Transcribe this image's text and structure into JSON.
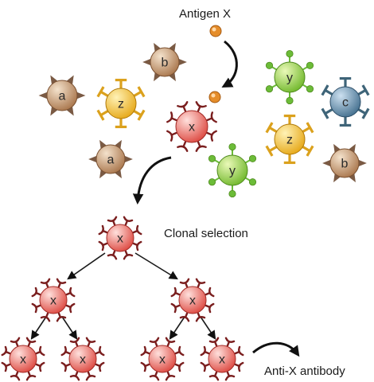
{
  "labels": {
    "antigen": "Antigen X",
    "clonal_selection": "Clonal selection",
    "antibody": "Anti-X antibody"
  },
  "cells": {
    "a1": {
      "letter": "a",
      "type": "spike"
    },
    "b1": {
      "letter": "b",
      "type": "spike"
    },
    "z1": {
      "letter": "z",
      "type": "ybar"
    },
    "y1": {
      "letter": "y",
      "type": "ball"
    },
    "c1": {
      "letter": "c",
      "type": "tbar"
    },
    "x1": {
      "letter": "x",
      "type": "cup"
    },
    "a2": {
      "letter": "a",
      "type": "spike"
    },
    "y2": {
      "letter": "y",
      "type": "ball"
    },
    "z2": {
      "letter": "z",
      "type": "ybar"
    },
    "b2": {
      "letter": "b",
      "type": "spike"
    },
    "xr": {
      "letter": "x",
      "type": "cup"
    },
    "xl": {
      "letter": "x",
      "type": "cup"
    },
    "xm": {
      "letter": "x",
      "type": "cup"
    },
    "xll": {
      "letter": "x",
      "type": "cup"
    },
    "xlr": {
      "letter": "x",
      "type": "cup"
    },
    "xml": {
      "letter": "x",
      "type": "cup"
    },
    "xmr": {
      "letter": "x",
      "type": "cup"
    }
  },
  "colors": {
    "spike": {
      "hi": "#f4e2cc",
      "lo": "#a9764c",
      "stroke": "#7a5030",
      "dec": "#7a5a44"
    },
    "ball": {
      "hi": "#eaf9b8",
      "lo": "#71b82c",
      "stroke": "#4f8a1e",
      "dec": "#6cbc38"
    },
    "ybar": {
      "hi": "#fff2b6",
      "lo": "#e6a818",
      "stroke": "#b07a0a",
      "dec": "#dba11d"
    },
    "tbar": {
      "hi": "#cce0f0",
      "lo": "#44708f",
      "stroke": "#2c4e68",
      "dec": "#3e6478"
    },
    "cup": {
      "hi": "#ffe0dc",
      "lo": "#dd4a42",
      "stroke": "#a32a26",
      "dec": "#7a1e1e"
    },
    "antigen": "#e58d2a"
  }
}
